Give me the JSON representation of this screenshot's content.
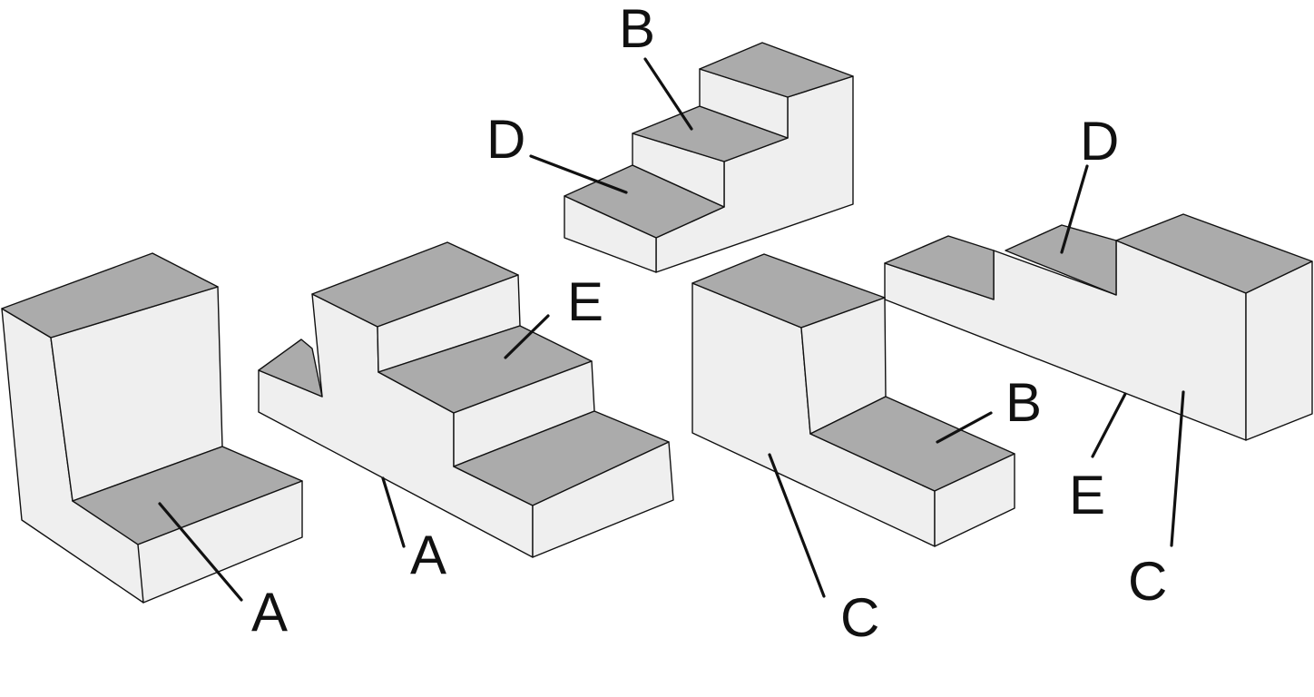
{
  "colors": {
    "top_face": "#ababab",
    "side_face": "#efefef",
    "outline": "#111111",
    "background": "#ffffff"
  },
  "labels": {
    "part1_a": "A",
    "part2_a": "A",
    "part2_e": "E",
    "part3_b": "B",
    "part3_d": "D",
    "part4_b": "B",
    "part4_c": "C",
    "part5_d": "D",
    "part5_e": "E",
    "part5_c": "C"
  }
}
